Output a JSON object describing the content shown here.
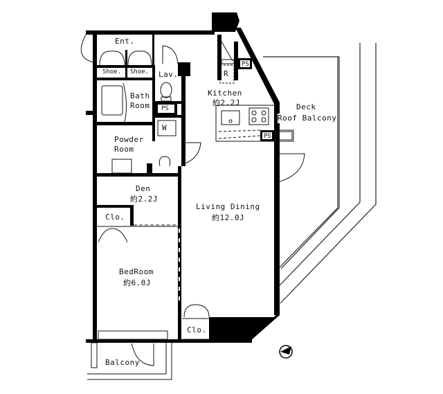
{
  "plan": {
    "rooms": {
      "entrance": {
        "label": "Ent."
      },
      "shoe1": {
        "label": "Shoe."
      },
      "shoe2": {
        "label": "Shoe."
      },
      "lavatory": {
        "label": "Lav."
      },
      "bath": {
        "label": "Bath",
        "label2": "Room"
      },
      "ps_lav": {
        "label": "PS"
      },
      "wm": {
        "label": "W"
      },
      "powder": {
        "label": "Powder",
        "label2": "Room"
      },
      "kitchen": {
        "label": "Kitchen",
        "size": "約2.2J"
      },
      "fridge": {
        "label": "R"
      },
      "ps_kitchen_top": {
        "label": "PS"
      },
      "ps_kitchen": {
        "label": "PS"
      },
      "deck": {
        "label": "Deck",
        "label2": "Roof Balcony"
      },
      "den": {
        "label": "Den",
        "size": "約2.2J"
      },
      "closet_den": {
        "label": "Clo."
      },
      "living": {
        "label": "Living Dining",
        "size": "約12.0J"
      },
      "bedroom": {
        "label": "BedRoom",
        "size": "約6.0J"
      },
      "closet_living": {
        "label": "Clo."
      },
      "balcony": {
        "label": "Balcony"
      }
    },
    "compass": {
      "icon": "north-arrow-icon"
    },
    "colors": {
      "wall": "#000000",
      "line": "#222222",
      "background": "#ffffff"
    }
  }
}
